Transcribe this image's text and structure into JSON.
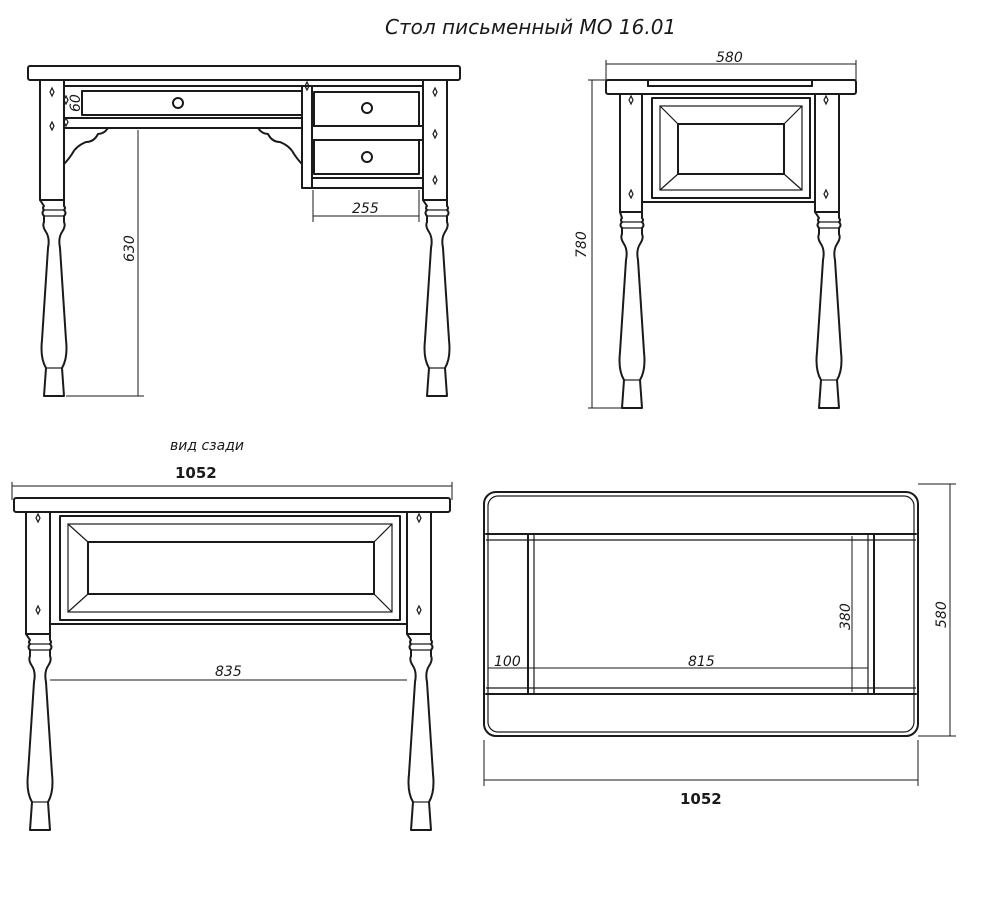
{
  "title": "Стол письменный МО  16.01",
  "views": {
    "front": {
      "dim_drawer_height": "60",
      "dim_leg_height": "630",
      "dim_drawer_width": "255"
    },
    "side": {
      "dim_depth": "580",
      "dim_total_height": "780"
    },
    "back": {
      "caption": "вид сзади",
      "dim_total_width": "1052",
      "dim_inner_width": "835"
    },
    "top": {
      "dim_side_panel": "100",
      "dim_center_width": "815",
      "dim_center_depth": "380",
      "dim_depth": "580",
      "dim_width": "1052"
    }
  }
}
